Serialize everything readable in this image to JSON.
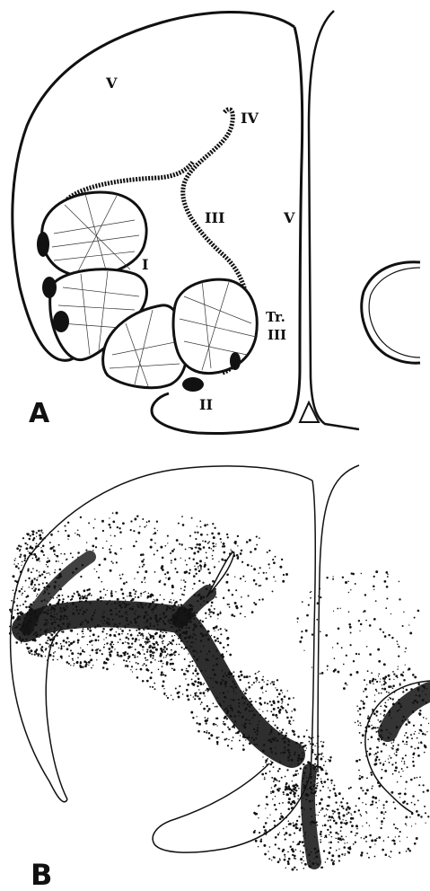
{
  "panel_a": {
    "letter": "A",
    "labels": {
      "v_top": "V",
      "v_mid": "V",
      "iv": "IV",
      "iii": "III",
      "i": "I",
      "tr": "Tr.",
      "tr_iii": "III",
      "ii": "II"
    }
  },
  "panel_b": {
    "letter": "B"
  },
  "colors": {
    "ink": "#111111",
    "paper": "#ffffff"
  }
}
